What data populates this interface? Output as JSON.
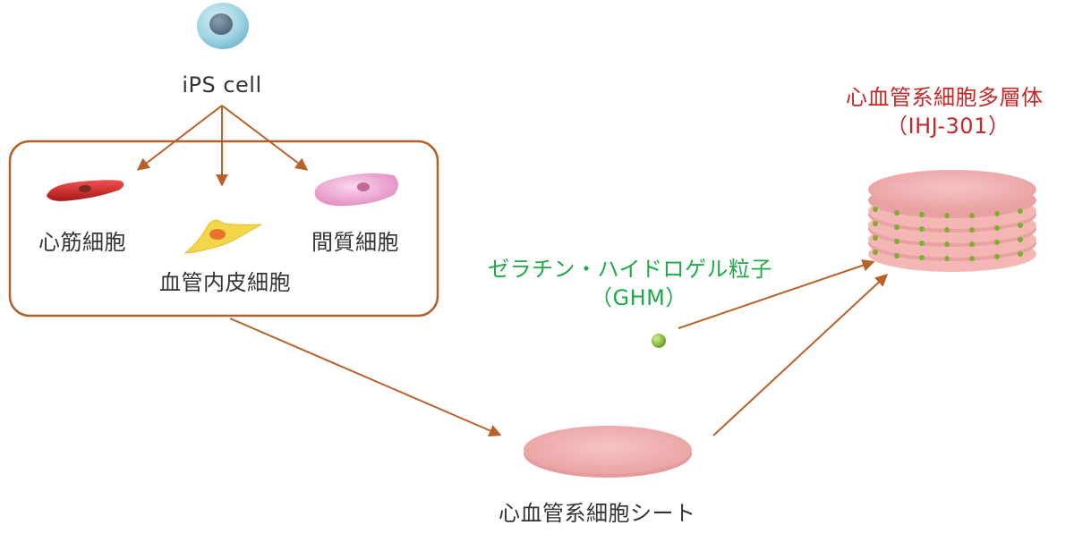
{
  "labels": {
    "ips_cell": "iPS cell",
    "cardiomyocyte": "心筋細胞",
    "endothelial": "血管内皮細胞",
    "stromal": "間質細胞",
    "ghm_name": "ゼラチン・ハイドロゲル粒子",
    "ghm_abbr": "（GHM）",
    "product_name": "心血管系細胞多層体",
    "product_code": "（IHJ-301）",
    "sheet": "心血管系細胞シート"
  },
  "colors": {
    "arrow": "#b8622a",
    "box_border": "#b0612c",
    "label_text": "#333333",
    "ghm_text": "#21a84a",
    "product_text": "#c62828",
    "cell_blue": "#9fd3e3",
    "cardiomyocyte": "#d42a2a",
    "endothelial": "#f3d64a",
    "stromal": "#efaed9",
    "sheet_pink": "#f2aeb0",
    "ghm_particle": "#8bc43a"
  },
  "icons": [
    "ips-cell-icon",
    "cardiomyocyte-icon",
    "endothelial-cell-icon",
    "stromal-cell-icon",
    "ghm-particle-icon",
    "cell-sheet-icon",
    "multilayer-stack-icon"
  ]
}
